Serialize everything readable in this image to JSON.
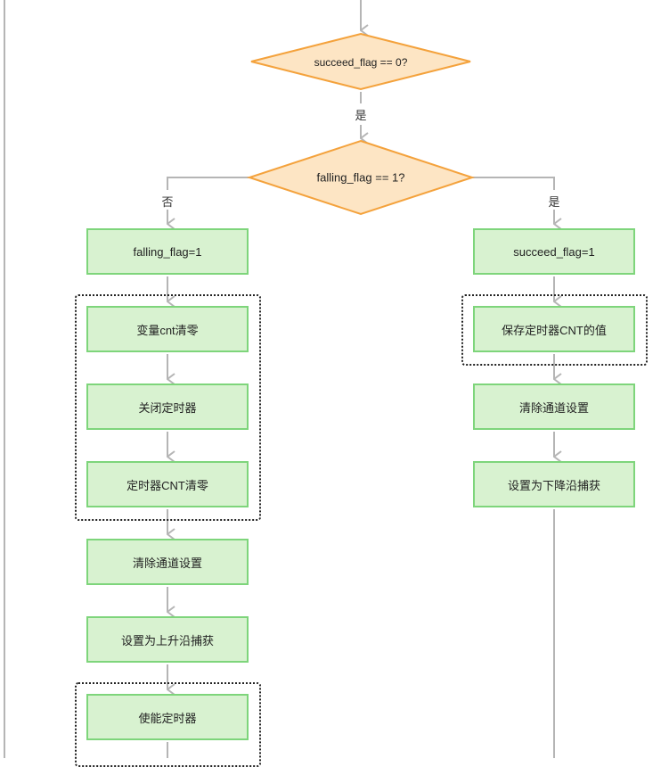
{
  "diamonds": {
    "succeed_check": "succeed_flag == 0?",
    "falling_check": "falling_flag == 1?"
  },
  "edge_labels": {
    "succeed_yes": "是",
    "falling_no": "否",
    "falling_yes": "是"
  },
  "left_steps": [
    "falling_flag=1",
    "变量cnt清零",
    "关闭定时器",
    "定时器CNT清零",
    "清除通道设置",
    "设置为上升沿捕获",
    "使能定时器"
  ],
  "right_steps": [
    "succeed_flag=1",
    "保存定时器CNT的值",
    "清除通道设置",
    "设置为下降沿捕获"
  ],
  "colors": {
    "box_fill": "#d8f2d0",
    "box_border": "#7ed57b",
    "diamond_fill": "#fde5c4",
    "diamond_border": "#f4a23c",
    "connector": "#b5b5b5"
  }
}
